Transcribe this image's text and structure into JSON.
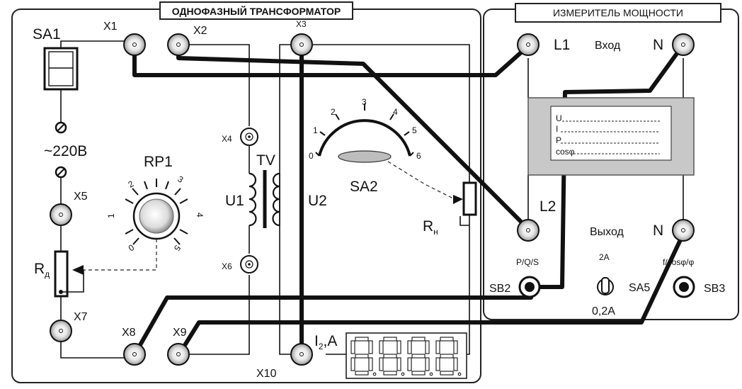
{
  "panels": {
    "transformer_title": "ОДНОФАЗНЫЙ ТРАНСФОРМАТОР",
    "meter_title": "ИЗМЕРИТЕЛЬ МОЩНОСТИ"
  },
  "labels": {
    "sa1": "SA1",
    "x1": "X1",
    "x2": "X2",
    "x3": "X3",
    "x4": "X4",
    "x5": "X5",
    "x6": "X6",
    "x7": "X7",
    "x8": "X8",
    "x9": "X9",
    "x10": "X10",
    "supply": "~220В",
    "rp1": "RP1",
    "tv": "TV",
    "u1": "U1",
    "u2": "U2",
    "sa2": "SA2",
    "rd_main": "R",
    "rd_sub": "д",
    "rn_main": "R",
    "rn_sub": "н",
    "i2_main": "I",
    "i2_sub": "2",
    "i2_rest": ",A"
  },
  "rp1_dial": [
    "0",
    "1",
    "2",
    "3",
    "4",
    "5"
  ],
  "sa2_dial": [
    "0",
    "1",
    "2",
    "3",
    "4",
    "5",
    "6"
  ],
  "meter": {
    "l1": "L1",
    "n_in": "N",
    "input": "Вход",
    "l2": "L2",
    "output": "Выход",
    "n_out": "N",
    "pqs": "P/Q/S",
    "fcos": "f/cosφ/φ",
    "sb2": "SB2",
    "sb3": "SB3",
    "sa5": "SA5",
    "range_high": "2A",
    "range_low": "0,2A",
    "display_rows": [
      "U",
      "I",
      "P",
      "cosφ"
    ]
  }
}
